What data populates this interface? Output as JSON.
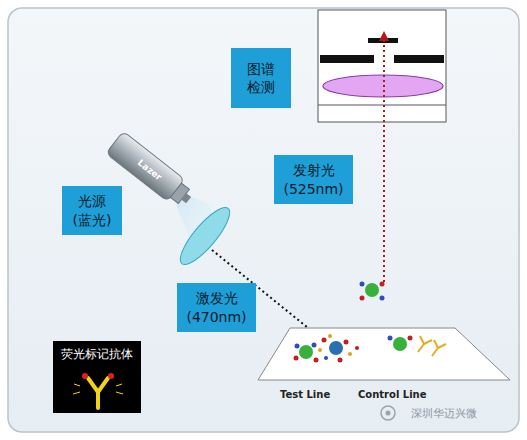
{
  "diagram": {
    "nodes": [
      {
        "text": [
          "图谱 检测"
        ]
      },
      {
        "text": [
          "发射光 (525nm)"
        ]
      },
      {
        "text": [
          "光源 (蓝光)"
        ]
      },
      {
        "text": [
          "激发光 (470nm)"
        ]
      },
      {
        "text": [
          "荧光标记抗体"
        ]
      }
    ],
    "labels": [
      "Lazer",
      "Test Line",
      "Control Line",
      "深圳华迈兴微"
    ]
  }
}
